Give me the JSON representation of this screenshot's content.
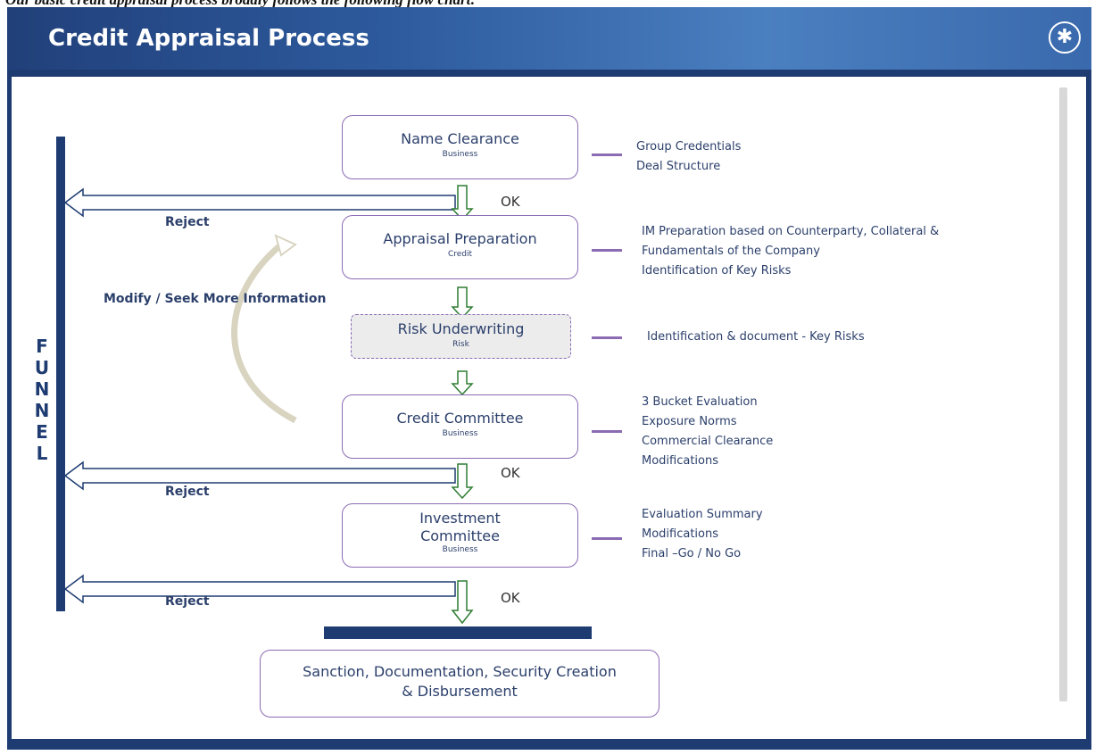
{
  "caption": "Our basic credit appraisal process broadly follows the following flow chart:",
  "header": {
    "title": "Credit Appraisal Process",
    "logo_icon": "asterisk-circle-logo"
  },
  "funnel_label": "FUNNEL",
  "steps": [
    {
      "main": "Name Clearance",
      "sub": "Business"
    },
    {
      "main": "Appraisal Preparation",
      "sub": "Credit"
    },
    {
      "main": "Risk Underwriting",
      "sub": "Risk"
    },
    {
      "main": "Credit Committee",
      "sub": "Business"
    },
    {
      "main": "Investment Committee",
      "sub": "Business"
    },
    {
      "main": "Sanction,  Documentation, Security Creation & Disbursement",
      "sub": ""
    }
  ],
  "notes": [
    [
      "Group Credentials",
      "Deal Structure"
    ],
    [
      "IM Preparation based on Counterparty, Collateral &",
      "Fundamentals of the Company",
      "Identification of Key Risks"
    ],
    [
      "Identification & document - Key Risks"
    ],
    [
      "3 Bucket Evaluation",
      "Exposure Norms",
      "Commercial Clearance",
      "Modifications"
    ],
    [
      "Evaluation Summary",
      "Modifications",
      "Final –Go / No Go"
    ]
  ],
  "labels": {
    "ok": "OK",
    "reject": "Reject",
    "modify": "Modify / Seek More Information"
  },
  "colors": {
    "navy": "#1e3c72",
    "purple": "#8a6bb4",
    "text": "#2b3f6b",
    "arrow": "#2e7d32"
  }
}
